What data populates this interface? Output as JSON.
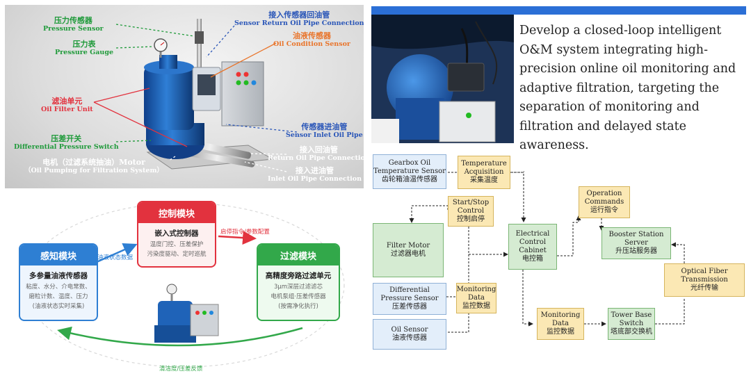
{
  "device_photo": {
    "labels": {
      "pressure_sensor": {
        "zh": "压力传感器",
        "en": "Pressure Sensor"
      },
      "pressure_gauge": {
        "zh": "压力表",
        "en": "Pressure Gauge"
      },
      "oil_filter_unit": {
        "zh": "滤油单元",
        "en": "Oil Filter Unit"
      },
      "diff_pressure_switch": {
        "zh": "压差开关",
        "en": "Differential Pressure Switch"
      },
      "motor": {
        "zh": "电机（过滤系统抽油）Motor",
        "en": "（Oil Pumping for Filtration System）"
      },
      "sensor_return": {
        "zh": "接入传感器回油管",
        "en": "Sensor Return Oil Pipe Connection"
      },
      "oil_condition": {
        "zh": "油液传感器",
        "en": "Oil Condition Sensor"
      },
      "sensor_inlet": {
        "zh": "传感器进油管",
        "en": "Sensor Inlet Oil Pipe"
      },
      "return_pipe": {
        "zh": "接入回油管",
        "en": "Return Oil Pipe Connection"
      },
      "inlet_pipe": {
        "zh": "接入进油管",
        "en": "Inlet Oil Pipe Connection"
      }
    },
    "colors": {
      "green": "#1f9a3a",
      "blue": "#2a56b8",
      "orange": "#e9742a",
      "red": "#e2323e"
    }
  },
  "intro": {
    "text": "Develop a closed-loop intelligent O&M system integrating high-precision online oil monitoring and adaptive filtration, targeting the separation of monitoring and filtration and delayed state awareness."
  },
  "modules": {
    "perception": {
      "title": "感知模块",
      "line1": "多参量油液传感器",
      "line2": "粘度、水分、介电常数、",
      "line3": "磨粒计数、温度、压力",
      "line4": "(油液状态实时采集)",
      "color": "#2e7fd3"
    },
    "control": {
      "title": "控制模块",
      "line1": "嵌入式控制器",
      "line2": "温度门控、压差保护",
      "line3": "污染度驱动、定时巡航",
      "color": "#e2323e"
    },
    "filtration": {
      "title": "过滤模块",
      "line1": "高精度旁路过滤单元",
      "line2": "3μm深层过滤滤芯",
      "line3": "电机泵组·压差传感器",
      "line4": "(按需净化执行)",
      "color": "#32a84a"
    },
    "flows": {
      "state_data": "油液状态数据",
      "commands": "启停指令/参数配置",
      "feedback": "清洁度/压差反馈"
    }
  },
  "flowchart": {
    "nodes": {
      "gearbox": {
        "en": "Gearbox Oil Temperature Sensor",
        "zh": "齿轮箱油温传感器"
      },
      "temp_acq": {
        "en": "Temperature Acquisition",
        "zh": "采集温度"
      },
      "startstop": {
        "en": "Start/Stop Control",
        "zh": "控制启停"
      },
      "filter_motor": {
        "en": "Filter Motor",
        "zh": "过滤器电机"
      },
      "cabinet": {
        "en": "Electrical Control Cabinet",
        "zh": "电控箱"
      },
      "op_cmd": {
        "en": "Operation Commands",
        "zh": "运行指令"
      },
      "booster": {
        "en": "Booster Station Server",
        "zh": "升压站服务器"
      },
      "optical": {
        "en": "Optical Fiber Transmission",
        "zh": "光纤传输"
      },
      "diff_sensor": {
        "en": "Differential Pressure Sensor",
        "zh": "压差传感器"
      },
      "mon_data1": {
        "en": "Monitoring Data",
        "zh": "监控数据"
      },
      "oil_sensor": {
        "en": "Oil Sensor",
        "zh": "油液传感器"
      },
      "mon_data2": {
        "en": "Monitoring Data",
        "zh": "监控数据"
      },
      "tower_switch": {
        "en": "Tower Base Switch",
        "zh": "塔底部交换机"
      }
    }
  }
}
